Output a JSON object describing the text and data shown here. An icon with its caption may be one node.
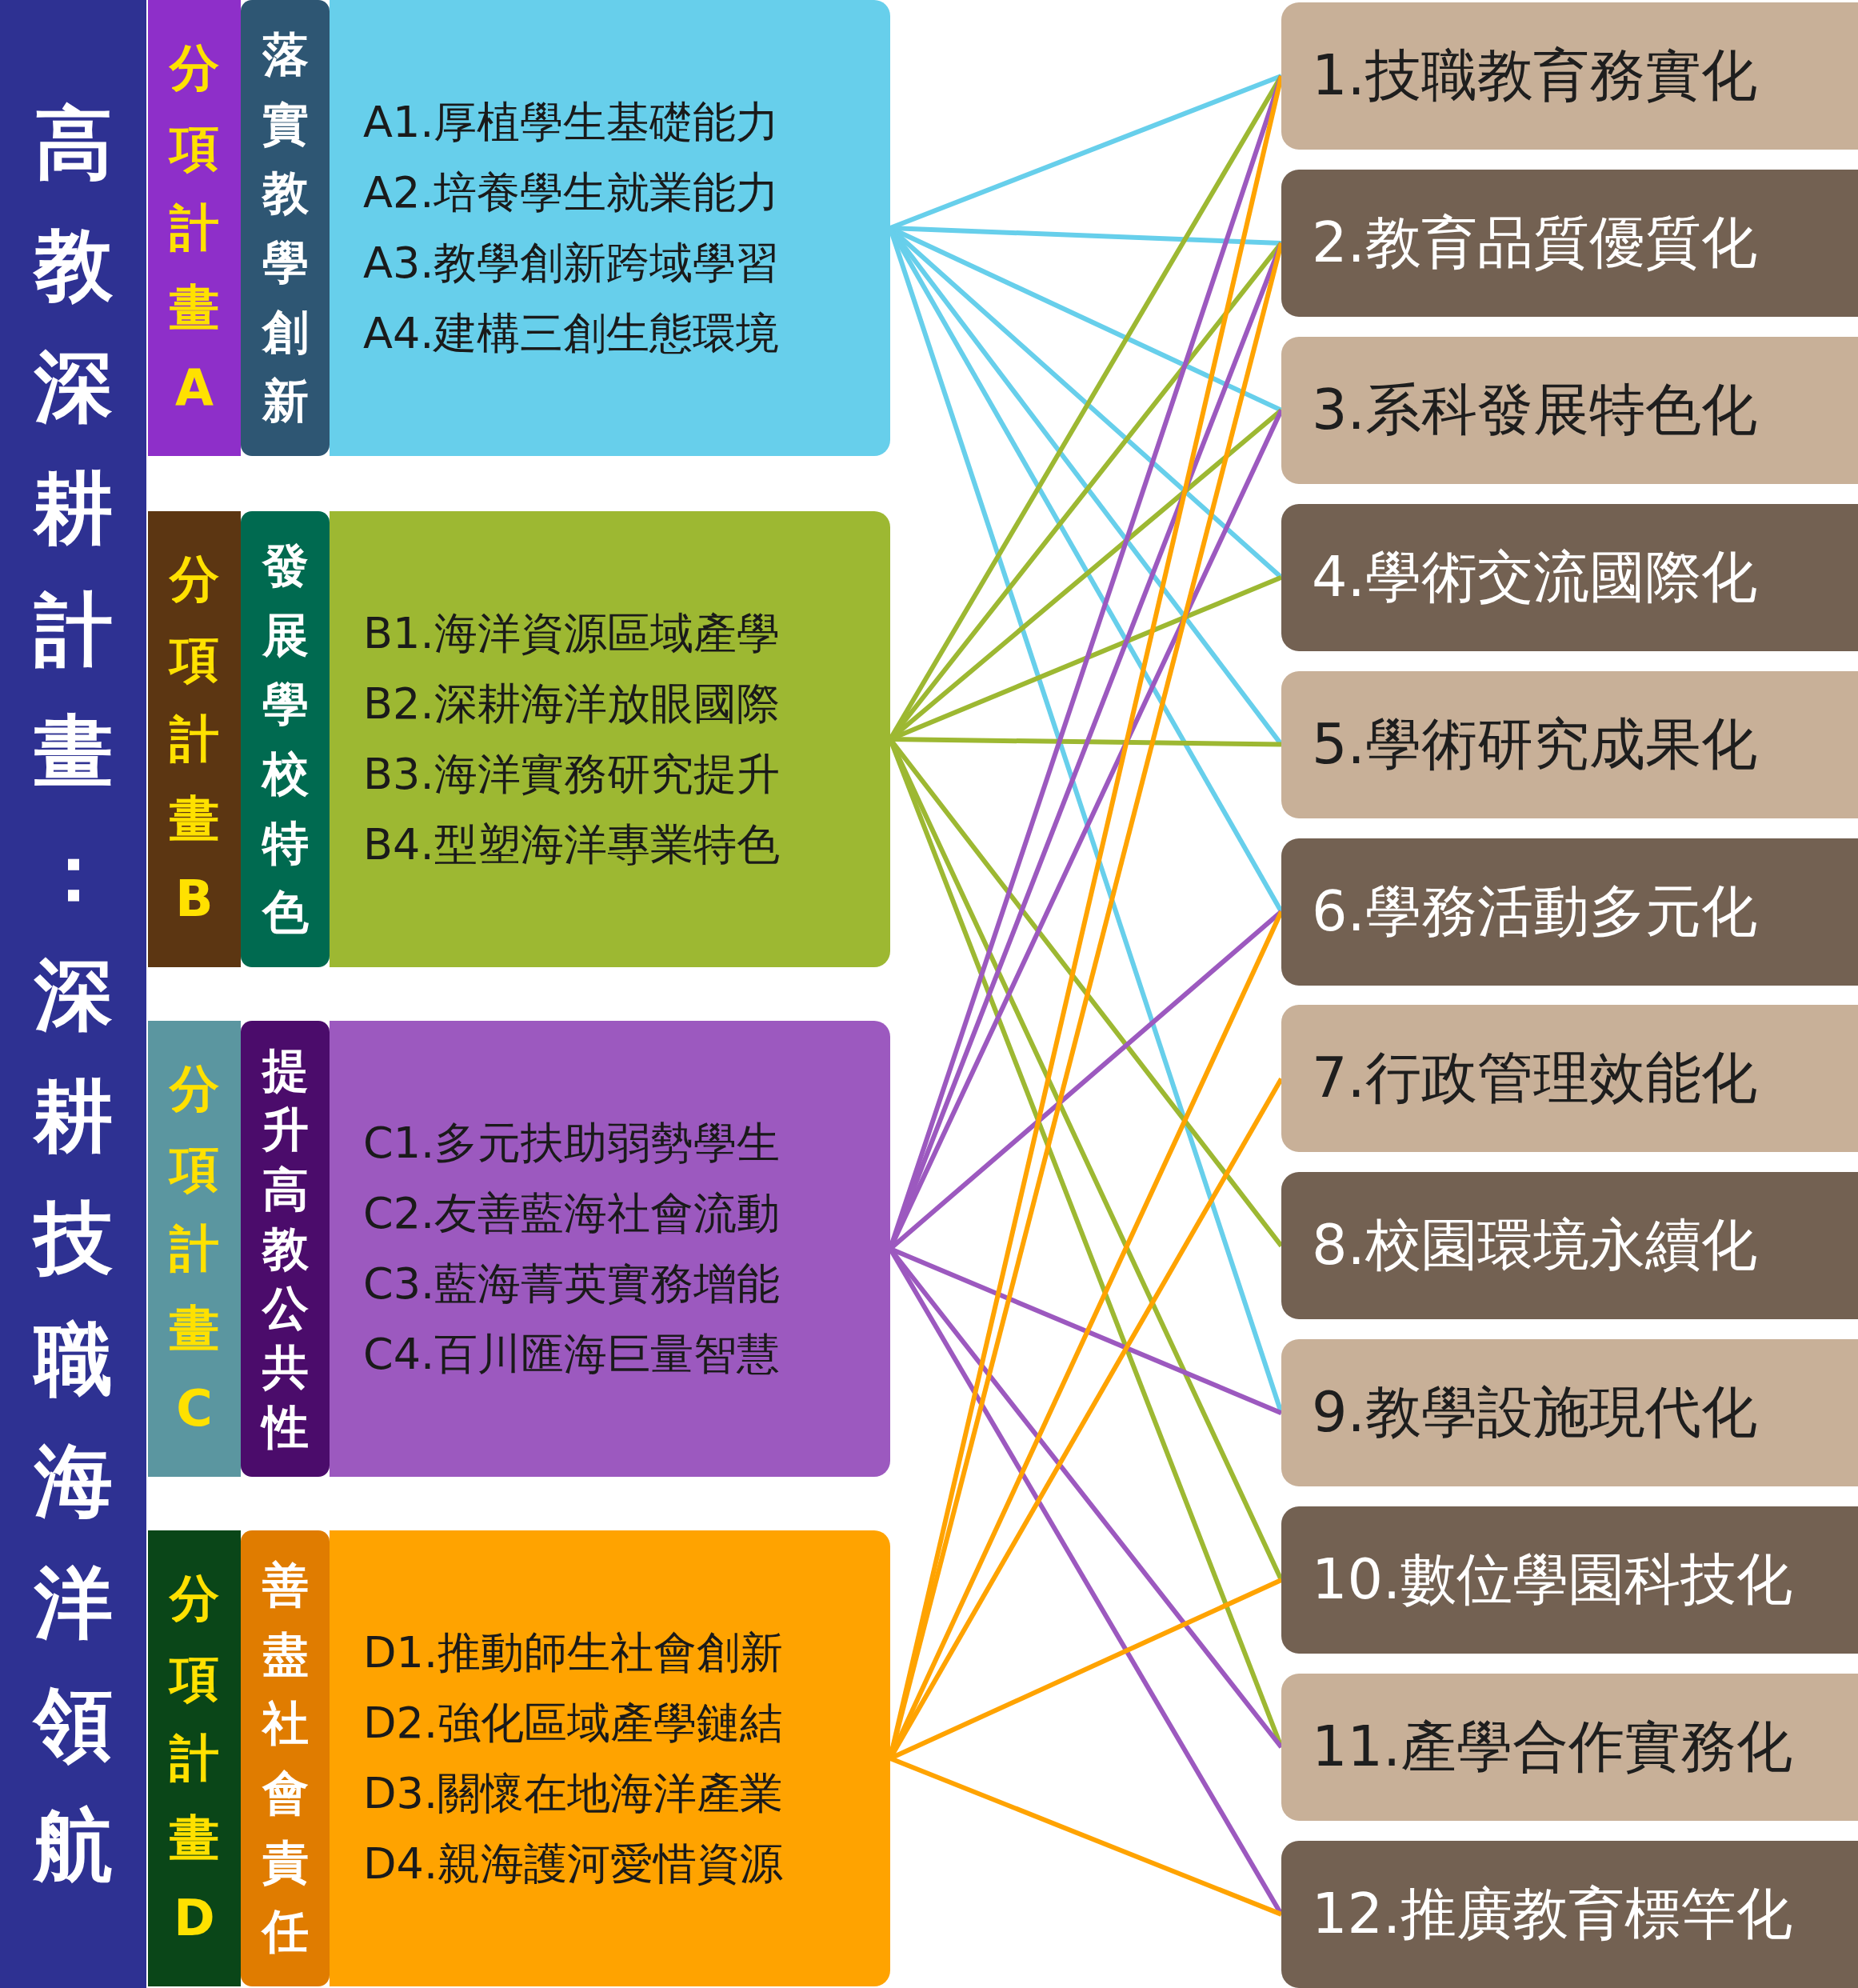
{
  "diagram": {
    "nodes": [
      {
        "text": [
          "高教深耕計畫：深耕技職海洋領航"
        ]
      },
      {
        "text": [
          "分項計畫A",
          "落實教學創新",
          "A1.厚植學生基礎能力",
          "A2.培養學生就業能力",
          "A3.教學創新跨域學習",
          "A4.建構三創生態環境"
        ]
      },
      {
        "text": [
          "分項計畫B",
          "發展學校特色",
          "B1.海洋資源區域產學",
          "B2.深耕海洋放眼國際",
          "B3.海洋實務研究提升",
          "B4.型塑海洋專業特色"
        ]
      },
      {
        "text": [
          "分項計畫C",
          "提升高教公共性",
          "C1.多元扶助弱勢學生",
          "C2.友善藍海社會流動",
          "C3.藍海菁英實務增能",
          "C4.百川匯海巨量智慧"
        ]
      },
      {
        "text": [
          "分項計畫D",
          "善盡社會責任",
          "D1.推動師生社會創新",
          "D2.強化區域產學鏈結",
          "D3.關懷在地海洋產業",
          "D4.親海護河愛惜資源"
        ]
      },
      {
        "text": [
          "1.技職教育務實化"
        ]
      },
      {
        "text": [
          "2.教育品質優質化"
        ]
      },
      {
        "text": [
          "3.系科發展特色化"
        ]
      },
      {
        "text": [
          "4.學術交流國際化"
        ]
      },
      {
        "text": [
          "5.學術研究成果化"
        ]
      },
      {
        "text": [
          "6.學務活動多元化"
        ]
      },
      {
        "text": [
          "7.行政管理效能化"
        ]
      },
      {
        "text": [
          "8.校園環境永續化"
        ]
      },
      {
        "text": [
          "9.教學設施現代化"
        ]
      },
      {
        "text": [
          "10.數位學園科技化"
        ]
      },
      {
        "text": [
          "11.產學合作實務化"
        ]
      },
      {
        "text": [
          "12.推廣教育標竿化"
        ]
      }
    ],
    "edges": [
      {
        "from": 1,
        "to": 5,
        "arrow": "none",
        "color": "#67cfeb"
      },
      {
        "from": 1,
        "to": 6,
        "arrow": "none",
        "color": "#67cfeb"
      },
      {
        "from": 1,
        "to": 7,
        "arrow": "none",
        "color": "#67cfeb"
      },
      {
        "from": 1,
        "to": 8,
        "arrow": "none",
        "color": "#67cfeb"
      },
      {
        "from": 1,
        "to": 9,
        "arrow": "none",
        "color": "#67cfeb"
      },
      {
        "from": 1,
        "to": 10,
        "arrow": "none",
        "color": "#67cfeb"
      },
      {
        "from": 1,
        "to": 13,
        "arrow": "none",
        "color": "#67cfeb"
      },
      {
        "from": 2,
        "to": 5,
        "arrow": "none",
        "color": "#9db832"
      },
      {
        "from": 2,
        "to": 6,
        "arrow": "none",
        "color": "#9db832"
      },
      {
        "from": 2,
        "to": 7,
        "arrow": "none",
        "color": "#9db832"
      },
      {
        "from": 2,
        "to": 8,
        "arrow": "none",
        "color": "#9db832"
      },
      {
        "from": 2,
        "to": 9,
        "arrow": "none",
        "color": "#9db832"
      },
      {
        "from": 2,
        "to": 12,
        "arrow": "none",
        "color": "#9db832"
      },
      {
        "from": 2,
        "to": 14,
        "arrow": "none",
        "color": "#9db832"
      },
      {
        "from": 2,
        "to": 15,
        "arrow": "none",
        "color": "#9db832"
      },
      {
        "from": 3,
        "to": 5,
        "arrow": "none",
        "color": "#9c59bf"
      },
      {
        "from": 3,
        "to": 6,
        "arrow": "none",
        "color": "#9c59bf"
      },
      {
        "from": 3,
        "to": 7,
        "arrow": "none",
        "color": "#9c59bf"
      },
      {
        "from": 3,
        "to": 10,
        "arrow": "none",
        "color": "#9c59bf"
      },
      {
        "from": 3,
        "to": 13,
        "arrow": "none",
        "color": "#9c59bf"
      },
      {
        "from": 3,
        "to": 15,
        "arrow": "none",
        "color": "#9c59bf"
      },
      {
        "from": 3,
        "to": 16,
        "arrow": "none",
        "color": "#9c59bf"
      },
      {
        "from": 4,
        "to": 5,
        "arrow": "none",
        "color": "#ffa300"
      },
      {
        "from": 4,
        "to": 6,
        "arrow": "none",
        "color": "#ffa300"
      },
      {
        "from": 4,
        "to": 10,
        "arrow": "none",
        "color": "#ffa300"
      },
      {
        "from": 4,
        "to": 11,
        "arrow": "none",
        "color": "#ffa300"
      },
      {
        "from": 4,
        "to": 14,
        "arrow": "none",
        "color": "#ffa300"
      },
      {
        "from": 4,
        "to": 16,
        "arrow": "none",
        "color": "#ffa300"
      }
    ]
  }
}
